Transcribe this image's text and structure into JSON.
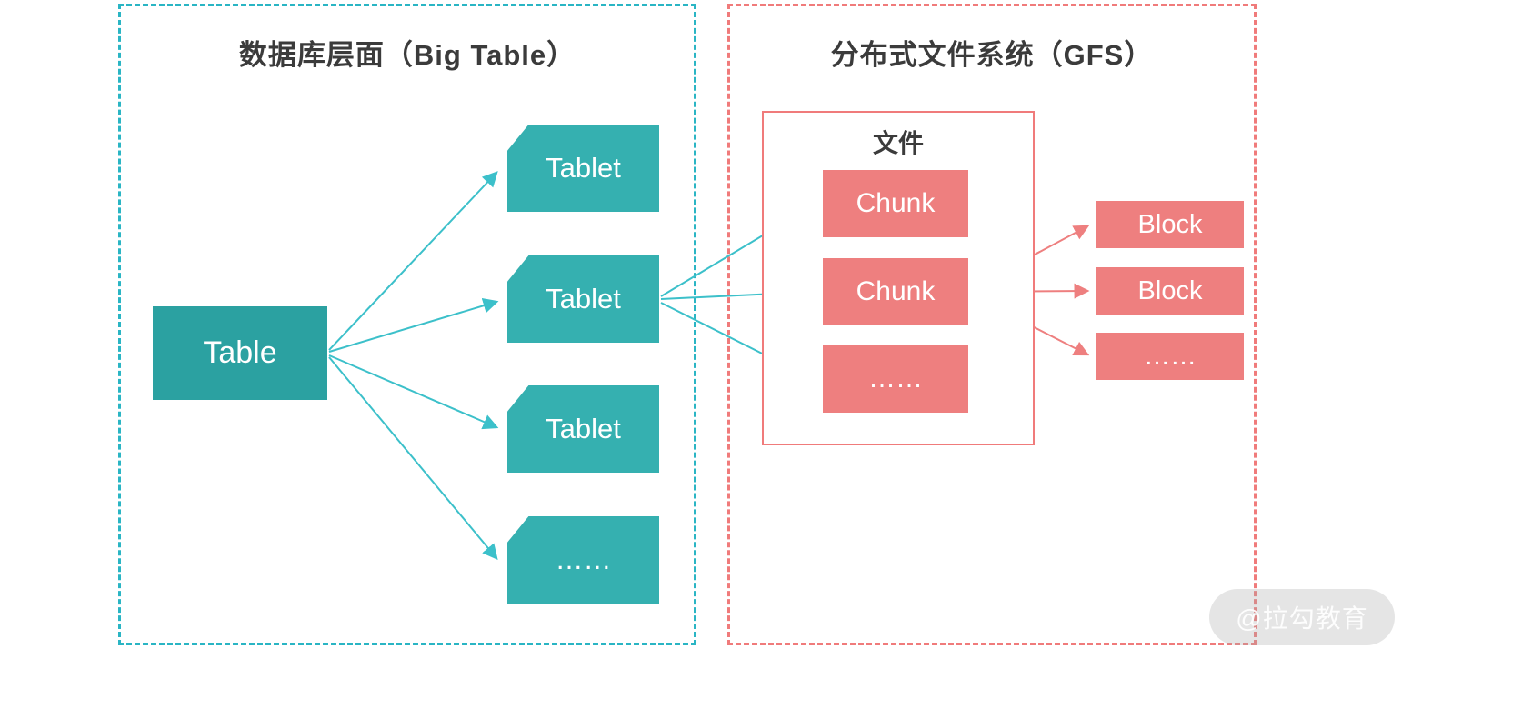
{
  "colors": {
    "table_teal": "#2ba1a1",
    "tablet_teal": "#35b0b0",
    "teal_arrow": "#3cc0ca",
    "teal_dashed_border": "#2ab5c4",
    "pink_node": "#ee7f7f",
    "pink_arrow": "#ee7f7f",
    "pink_dashed_border": "#f07b7b",
    "title_text": "#3b3b3b"
  },
  "left_panel": {
    "title": "数据库层面（Big Table）",
    "table_label": "Table",
    "tablets": [
      {
        "label": "Tablet"
      },
      {
        "label": "Tablet"
      },
      {
        "label": "Tablet"
      },
      {
        "label": "……"
      }
    ]
  },
  "right_panel": {
    "title": "分布式文件系统（GFS）",
    "file_group_label": "文件",
    "chunks": [
      {
        "label": "Chunk"
      },
      {
        "label": "Chunk"
      },
      {
        "label": "……"
      }
    ],
    "blocks": [
      {
        "label": "Block"
      },
      {
        "label": "Block"
      },
      {
        "label": "……"
      }
    ]
  },
  "watermark": {
    "label": "@拉勾教育"
  }
}
